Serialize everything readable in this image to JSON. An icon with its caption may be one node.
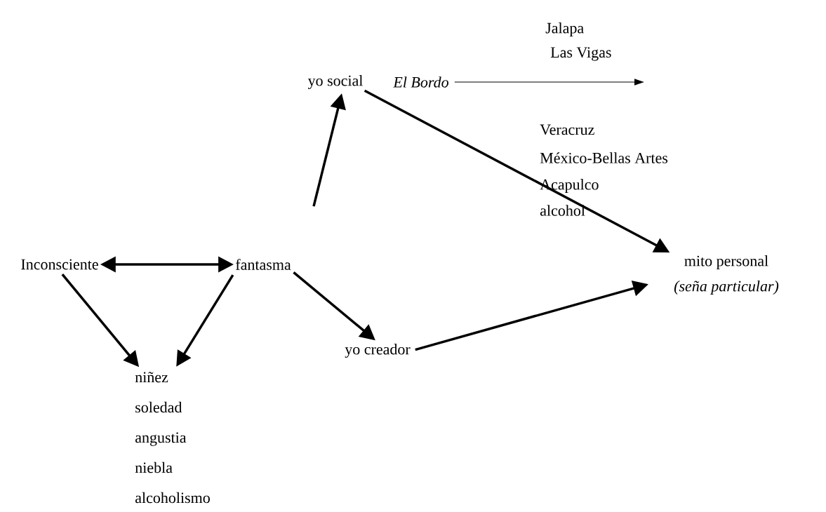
{
  "diagram": {
    "nodes": [
      {
        "text": [
          "Inconsciente"
        ]
      },
      {
        "text": [
          "fantasma"
        ]
      },
      {
        "text": [
          "niñez",
          "soledad",
          "angustia",
          "niebla",
          "alcoholismo"
        ]
      },
      {
        "text": [
          "yo social"
        ]
      },
      {
        "text": [
          "yo creador"
        ]
      },
      {
        "text": [
          "mito personal",
          "(seña particular)"
        ]
      },
      {
        "text": [
          "El Bordo"
        ]
      }
    ],
    "edges": [
      {
        "from": 0,
        "to": 1,
        "arrow": "both"
      },
      {
        "from": 0,
        "to": 2,
        "arrow": "to"
      },
      {
        "from": 1,
        "to": 2,
        "arrow": "to"
      },
      {
        "from": 1,
        "to": 3,
        "arrow": "to"
      },
      {
        "from": 1,
        "to": 4,
        "arrow": "to"
      },
      {
        "from": 3,
        "to": 5,
        "arrow": "to"
      },
      {
        "from": 4,
        "to": 5,
        "arrow": "to"
      },
      {
        "from": 6,
        "to": null,
        "arrow": "to"
      }
    ],
    "labels": [
      "Jalapa",
      "Las Vigas",
      "Veracruz",
      "México-Bellas Artes",
      "Acapulco",
      "alcohol"
    ]
  }
}
